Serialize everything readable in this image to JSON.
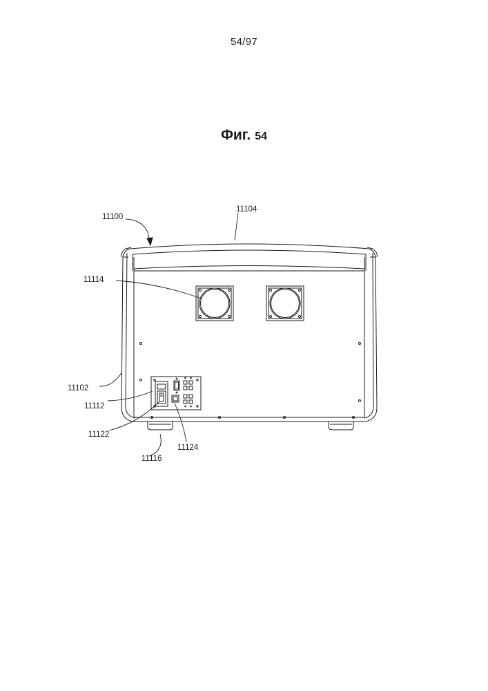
{
  "page": {
    "number": "54/97"
  },
  "figure": {
    "label_word": "Фиг.",
    "label_number": "54"
  },
  "reference_numerals": {
    "device": "11100",
    "side_panel": "11102",
    "top_handle": "11104",
    "panel_outline": "11112",
    "fan": "11114",
    "foot": "11116",
    "power_inlet": "11122",
    "network_port": "11124"
  },
  "colors": {
    "line": "#1a1a1a",
    "paper": "#ffffff"
  }
}
